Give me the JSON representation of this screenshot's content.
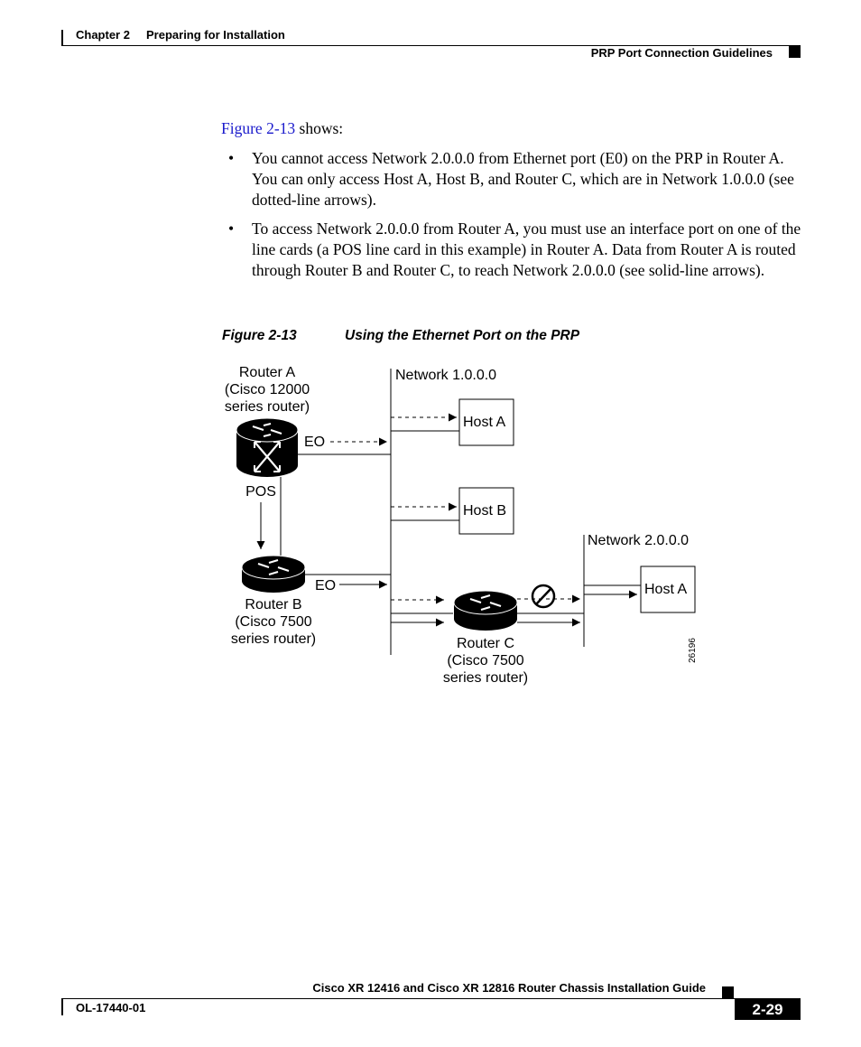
{
  "header": {
    "chapter": "Chapter 2",
    "chapter_title": "Preparing for Installation",
    "section": "PRP Port Connection Guidelines"
  },
  "body": {
    "intro_xref": "Figure 2-13",
    "intro_rest": " shows:",
    "bullets": [
      "You cannot access Network 2.0.0.0 from Ethernet port (E0) on the PRP in Router A. You can only access Host A, Host B, and Router C, which are in Network 1.0.0.0 (see dotted-line arrows).",
      "To access Network 2.0.0.0 from Router A, you must use an interface port on one of the line cards (a POS line card in this example) in Router A. Data from Router A is routed through Router B and Router C, to reach Network 2.0.0.0 (see solid-line arrows)."
    ],
    "bullet_glyph": "•"
  },
  "figure": {
    "number": "Figure 2-13",
    "title": "Using the Ethernet Port on the PRP",
    "router_a": [
      "Router A",
      "(Cisco 12000",
      "series router)"
    ],
    "router_b": [
      "Router B",
      "(Cisco 7500",
      "series router)"
    ],
    "router_c": [
      "Router C",
      "(Cisco 7500",
      "series router)"
    ],
    "eo_label": "EO",
    "pos_label": "POS",
    "network1": "Network 1.0.0.0",
    "network2": "Network 2.0.0.0",
    "host_a": "Host A",
    "host_b": "Host B",
    "host_a2": "Host A",
    "figure_id": "26196"
  },
  "footer": {
    "guide_title": "Cisco XR 12416 and Cisco XR 12816 Router Chassis Installation Guide",
    "doc_number": "OL-17440-01",
    "page_number": "2-29"
  }
}
